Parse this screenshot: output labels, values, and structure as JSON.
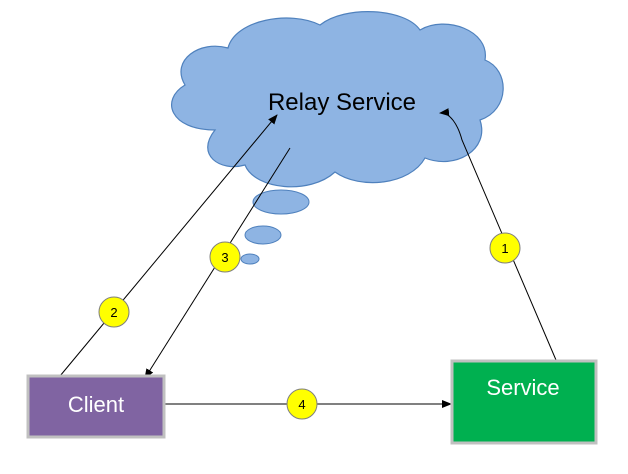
{
  "nodes": {
    "relay": {
      "label": "Relay Service",
      "fill": "#8eb4e3",
      "stroke": "#4f81bd"
    },
    "client": {
      "label": "Client",
      "fill": "#8064a2",
      "stroke": "#c0c0c0",
      "text_color": "#ffffff"
    },
    "service": {
      "label": "Service",
      "fill": "#00b050",
      "stroke": "#c0c0c0",
      "text_color": "#ffffff"
    }
  },
  "steps": [
    {
      "id": "1",
      "label": "1"
    },
    {
      "id": "2",
      "label": "2"
    },
    {
      "id": "3",
      "label": "3"
    },
    {
      "id": "4",
      "label": "4"
    }
  ],
  "colors": {
    "step_badge": "#ffff00",
    "arrow": "#000000"
  }
}
